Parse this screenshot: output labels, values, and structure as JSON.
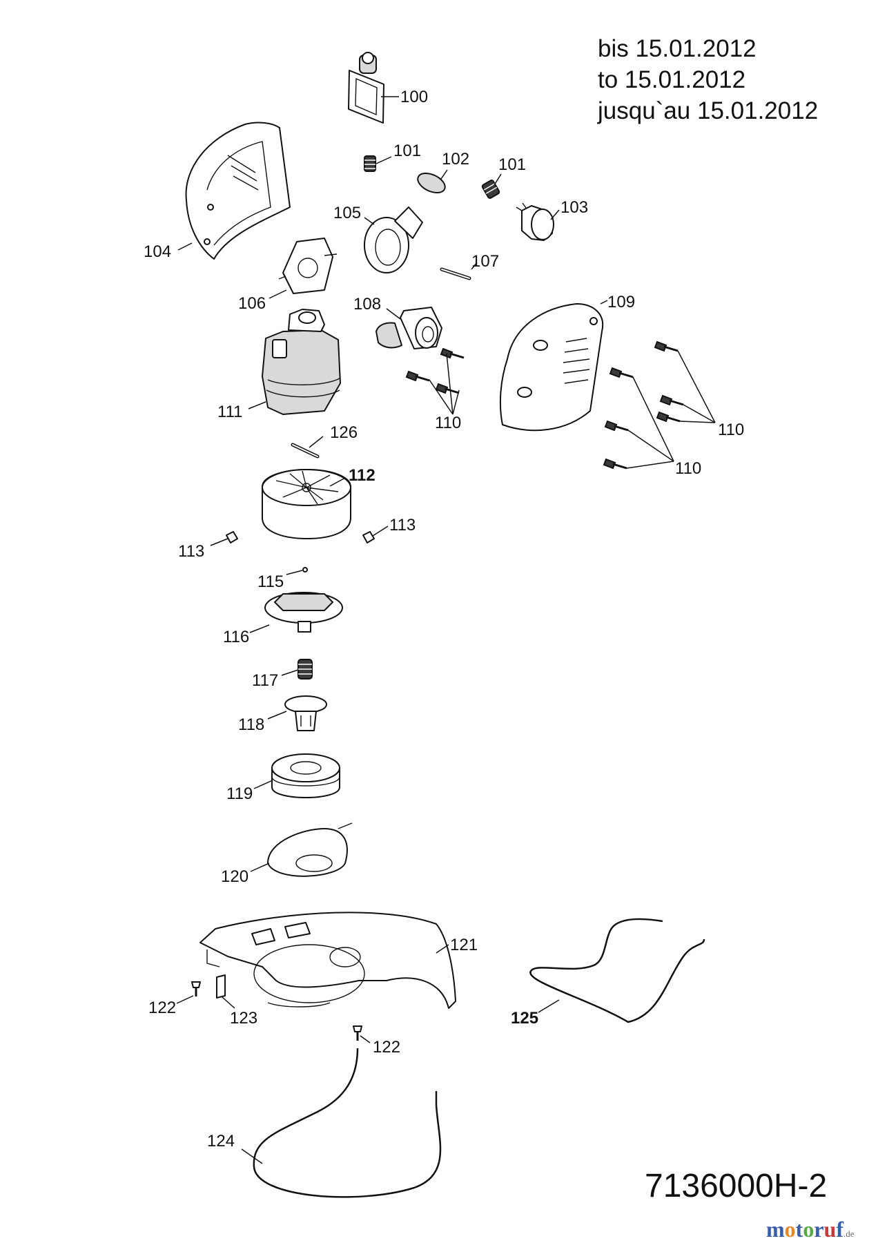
{
  "validity_note": [
    "bis 15.01.2012",
    "to 15.01.2012",
    "jusqu`au 15.01.2012"
  ],
  "document_number": "7136000H-2",
  "watermark": {
    "brand_letters": [
      {
        "ch": "m",
        "color": "#3a5da8"
      },
      {
        "ch": "o",
        "color": "#e08a2a"
      },
      {
        "ch": "t",
        "color": "#3a5da8"
      },
      {
        "ch": "o",
        "color": "#58a84a"
      },
      {
        "ch": "r",
        "color": "#3a5da8"
      },
      {
        "ch": "u",
        "color": "#c43d3d"
      },
      {
        "ch": "f",
        "color": "#3a5da8"
      }
    ],
    "suffix": ".de"
  },
  "parts": [
    {
      "id": "100",
      "label": "100",
      "bold": false
    },
    {
      "id": "101a",
      "label": "101",
      "bold": false
    },
    {
      "id": "101b",
      "label": "101",
      "bold": false
    },
    {
      "id": "102",
      "label": "102",
      "bold": false
    },
    {
      "id": "103",
      "label": "103",
      "bold": false
    },
    {
      "id": "104",
      "label": "104",
      "bold": false
    },
    {
      "id": "105",
      "label": "105",
      "bold": false
    },
    {
      "id": "106",
      "label": "106",
      "bold": false
    },
    {
      "id": "107",
      "label": "107",
      "bold": false
    },
    {
      "id": "108",
      "label": "108",
      "bold": false
    },
    {
      "id": "109",
      "label": "109",
      "bold": false
    },
    {
      "id": "110a",
      "label": "110",
      "bold": false
    },
    {
      "id": "110b",
      "label": "110",
      "bold": false
    },
    {
      "id": "110c",
      "label": "110",
      "bold": false
    },
    {
      "id": "111",
      "label": "111",
      "bold": false
    },
    {
      "id": "112",
      "label": "112",
      "bold": true
    },
    {
      "id": "113a",
      "label": "113",
      "bold": false
    },
    {
      "id": "113b",
      "label": "113",
      "bold": false
    },
    {
      "id": "115",
      "label": "115",
      "bold": false
    },
    {
      "id": "116",
      "label": "116",
      "bold": false
    },
    {
      "id": "117",
      "label": "117",
      "bold": false
    },
    {
      "id": "118",
      "label": "118",
      "bold": false
    },
    {
      "id": "119",
      "label": "119",
      "bold": false
    },
    {
      "id": "120",
      "label": "120",
      "bold": false
    },
    {
      "id": "121",
      "label": "121",
      "bold": false
    },
    {
      "id": "122a",
      "label": "122",
      "bold": false
    },
    {
      "id": "122b",
      "label": "122",
      "bold": false
    },
    {
      "id": "123",
      "label": "123",
      "bold": false
    },
    {
      "id": "124",
      "label": "124",
      "bold": false
    },
    {
      "id": "125",
      "label": "125",
      "bold": true
    },
    {
      "id": "126",
      "label": "126",
      "bold": false
    }
  ]
}
